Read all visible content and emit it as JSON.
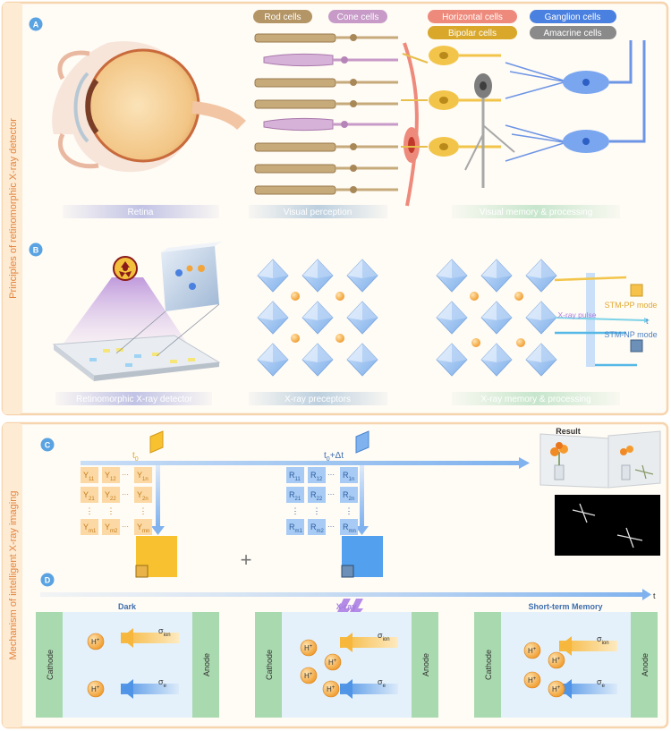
{
  "sections": {
    "principles": "Principles of retinomorphic X-ray detector",
    "mechanism": "Mechanism of intelligent X-ray imaging"
  },
  "panel_letters": {
    "a": "A",
    "b": "B",
    "c": "C",
    "d": "D"
  },
  "legend": {
    "rod": "Rod cells",
    "cone": "Cone cells",
    "horizontal": "Horizontal cells",
    "bipolar": "Bipolar cells",
    "ganglion": "Ganglion cells",
    "amacrine": "Amacrine cells"
  },
  "panel_a_labels": {
    "retina": "Retina",
    "perception": "Visual perception",
    "memory": "Visual memory & processing"
  },
  "panel_b_labels": {
    "detector": "Retinomorphic X-ray detector",
    "preceptors": "X-ray preceptors",
    "memory": "X-ray memory & processing"
  },
  "pulse_plot": {
    "stm_pp": "STM-PP mode",
    "stm_np": "STM-NP mode",
    "pulse": "X-ray pulse",
    "t": "t"
  },
  "panel_c": {
    "t0": "t",
    "t0_sub": "0",
    "t1_sub": "0",
    "t1_suffix": "+Δt",
    "result": "Result",
    "plus": "+",
    "ellipsis": "···",
    "vdots": "⋮",
    "y_matrix": [
      [
        "11",
        "12",
        "1n"
      ],
      [
        "21",
        "22",
        "2n"
      ],
      [
        "m1",
        "m2",
        "mn"
      ]
    ],
    "r_matrix": [
      [
        "11",
        "12",
        "1n"
      ],
      [
        "21",
        "22",
        "2n"
      ],
      [
        "m1",
        "m2",
        "mn"
      ]
    ],
    "y_letter": "Y",
    "r_letter": "R"
  },
  "panel_d": {
    "t": "t",
    "cells": [
      {
        "title": "Dark",
        "cathode": "Cathode",
        "anode": "Anode"
      },
      {
        "title": "X-ray",
        "cathode": "Cathode",
        "anode": "Anode"
      },
      {
        "title": "Short-term Memory",
        "cathode": "Cathode",
        "anode": "Anode"
      }
    ],
    "ion": "H",
    "ion_sup": "+",
    "sigma": "σ",
    "sigma_ion_sub": "ion",
    "sigma_e_sub": "e"
  },
  "colors": {
    "panel_border": "#f6d4ae",
    "panel_fill": "#fffbf5",
    "rod": "#b39566",
    "cone": "#c79ac8",
    "horizontal": "#ee8a7c",
    "bipolar": "#d9a82b",
    "ganglion": "#4a80df",
    "amacrine": "#8a8a8a",
    "y_cell": "#fcd9a4",
    "r_cell": "#a7cbf5",
    "yellow_block": "#f7c12f",
    "blue_block": "#52a0ee",
    "electrode": "#a9d9ae",
    "channel": "#e4f1fb",
    "ion": "#f3a53a"
  }
}
